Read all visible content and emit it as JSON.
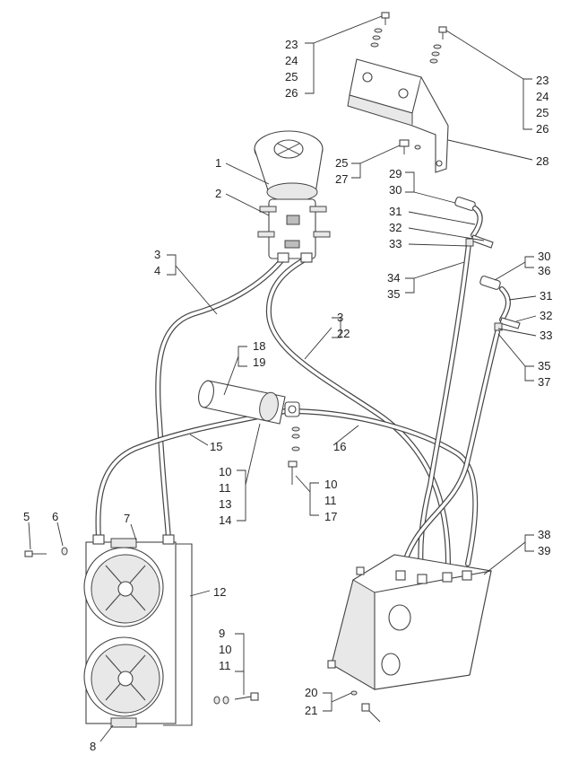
{
  "callouts": {
    "c1": "1",
    "c2": "2",
    "c3a": "3",
    "c4a": "4",
    "c3b": "3",
    "c22": "22",
    "c5": "5",
    "c6": "6",
    "c7": "7",
    "c8": "8",
    "c9": "9",
    "c10a": "10",
    "c11a": "11",
    "c10b": "10",
    "c11b": "11",
    "c13": "13",
    "c14": "14",
    "c10c": "10",
    "c11c": "11",
    "c17": "17",
    "c12": "12",
    "c15": "15",
    "c16": "16",
    "c18": "18",
    "c19": "19",
    "c20": "20",
    "c21": "21",
    "c23a": "23",
    "c24a": "24",
    "c25a": "25",
    "c26a": "26",
    "c23b": "23",
    "c24b": "24",
    "c25b": "25",
    "c26b": "26",
    "c25c": "25",
    "c27": "27",
    "c28": "28",
    "c29": "29",
    "c30a": "30",
    "c31a": "31",
    "c32a": "32",
    "c33a": "33",
    "c34": "34",
    "c35a": "35",
    "c30b": "30",
    "c36": "36",
    "c31b": "31",
    "c32b": "32",
    "c33b": "33",
    "c35b": "35",
    "c37": "37",
    "c38": "38",
    "c39": "39"
  }
}
